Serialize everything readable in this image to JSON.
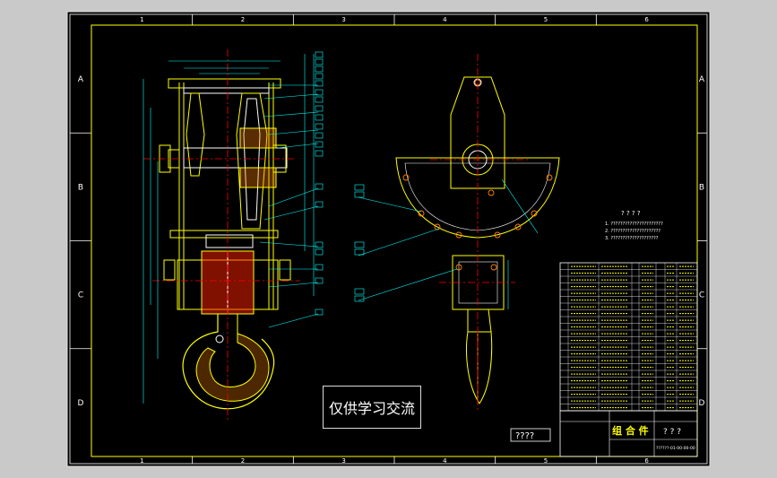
{
  "window": {
    "background": "#c9c9c9",
    "sheet": "#000000"
  },
  "colors": {
    "frame": "#ffff00",
    "outline": "#ffffff",
    "part": "#ffff00",
    "center": "#ff0000",
    "dimension": "#00ffff",
    "hatch": "#ff8000",
    "hatch_red": "#ff2000"
  },
  "grid": {
    "columns": [
      "1",
      "2",
      "3",
      "4",
      "5",
      "6"
    ],
    "rows": [
      "A",
      "B",
      "C",
      "D"
    ]
  },
  "notes": {
    "heading": "? ? ? ?",
    "lines": [
      "1. ??????????????????????",
      "2. ?????????????????????",
      "3. ????????????????????"
    ]
  },
  "title_block": {
    "name": "组 合 件",
    "code": "? ? ?",
    "drawing_no": "??????-01-00-00-00"
  },
  "small_box": "????",
  "watermark": "仅供学习交流"
}
